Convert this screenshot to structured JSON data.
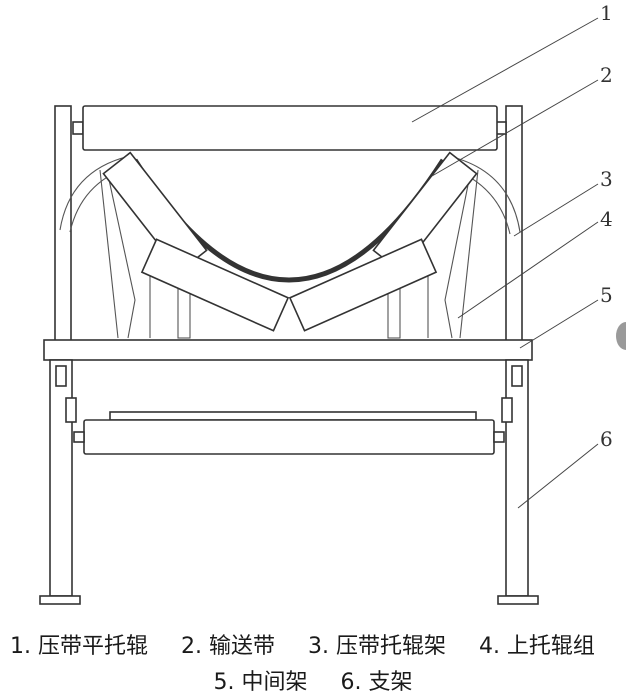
{
  "callouts": [
    "1",
    "2",
    "3",
    "4",
    "5",
    "6"
  ],
  "caption": {
    "line1": [
      "1. 压带平托辊",
      "2. 输送带",
      "3. 压带托辊架",
      "4. 上托辊组"
    ],
    "line2": [
      "5. 中间架",
      "6. 支架"
    ]
  }
}
